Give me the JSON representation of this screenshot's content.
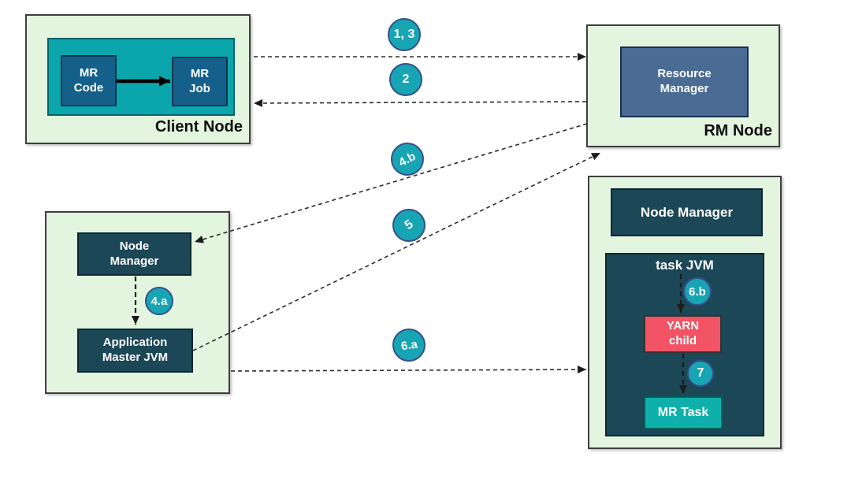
{
  "client_node": {
    "label": "Client Node",
    "mr_code": "MR\nCode",
    "mr_job": "MR\nJob"
  },
  "rm_node": {
    "label": "RM Node",
    "resource_manager": "Resource\nManager"
  },
  "am_node": {
    "node_manager": "Node\nManager",
    "application_master": "Application\nMaster JVM"
  },
  "task_node": {
    "node_manager": "Node Manager",
    "task_jvm": "task JVM",
    "yarn_child": "YARN\nchild",
    "mr_task": "MR Task"
  },
  "badges": {
    "b13": "1, 3",
    "b2": "2",
    "b4b": "4.b",
    "b5": "5",
    "b6a": "6.a",
    "b4a": "4.a",
    "b6b": "6.b",
    "b7": "7"
  },
  "colors": {
    "node_background": "#e3f5de",
    "teal_container": "#0ba6ab",
    "dark_slate_box": "#1c4756",
    "blue_box": "#15608a",
    "resource_manager_blue": "#4a6b94",
    "yarn_child_red": "#f25465",
    "mr_task_teal": "#0fb0ac",
    "badge_teal": "#17a5b4",
    "badge_border": "#35518c",
    "connector": "#2b2b2b"
  }
}
